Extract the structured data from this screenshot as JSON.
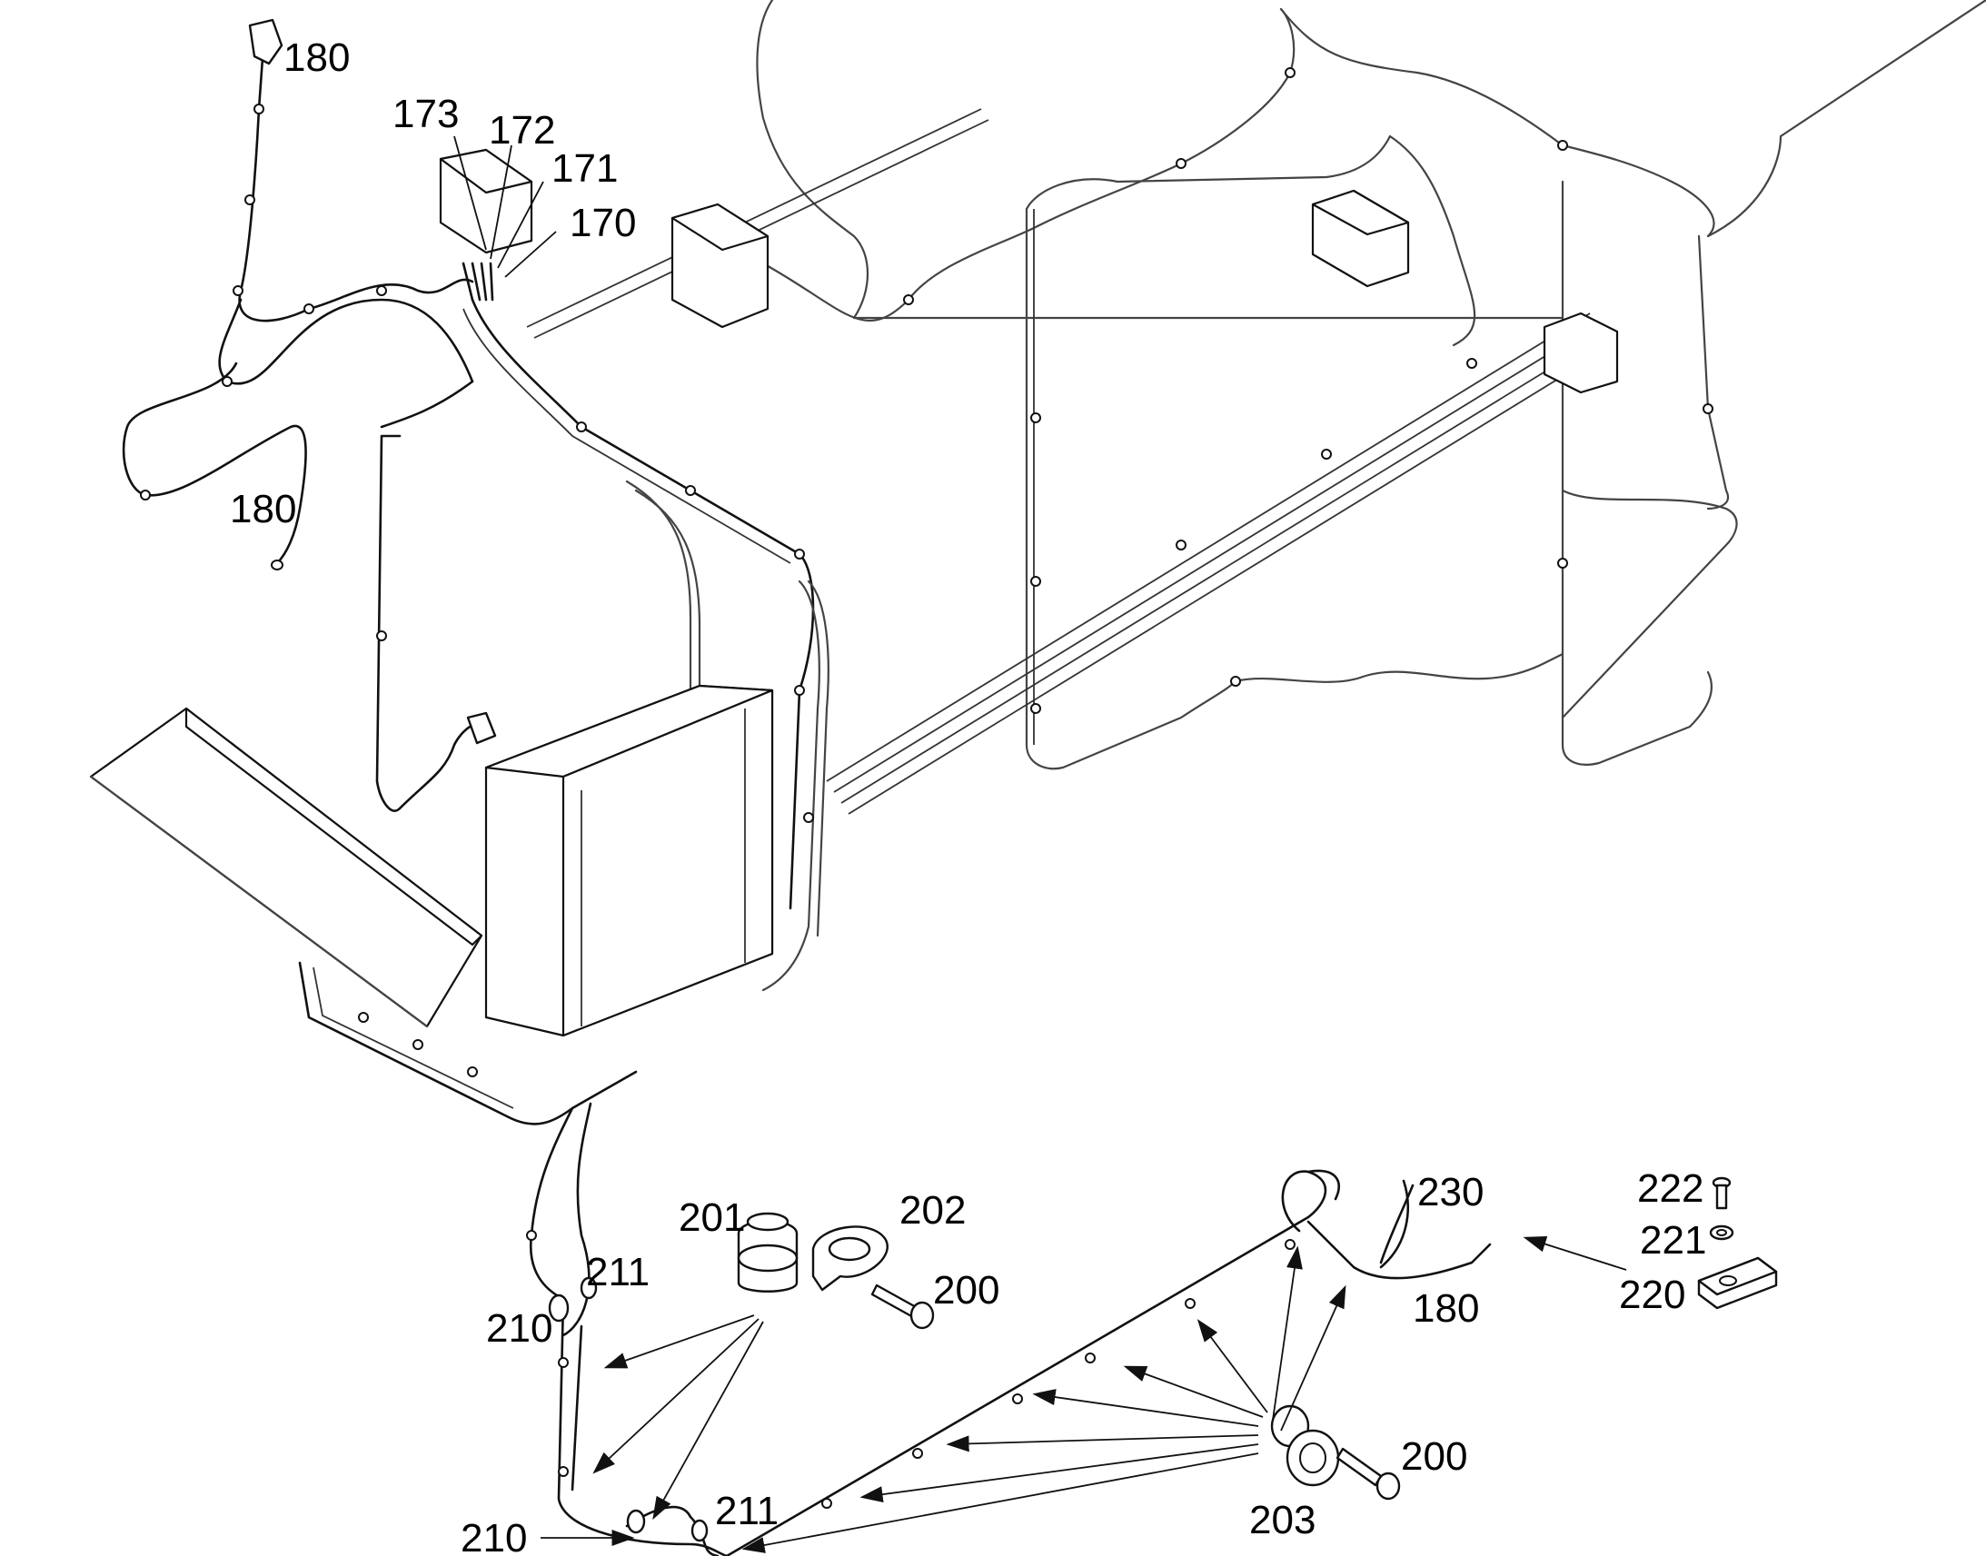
{
  "callouts": {
    "c180_top": "180",
    "c173": "173",
    "c172": "172",
    "c171": "171",
    "c170": "170",
    "c180_left": "180",
    "c201": "201",
    "c202": "202",
    "c200_mid": "200",
    "c211_top": "211",
    "c210_top": "210",
    "c210_bottom": "210",
    "c211_bottom": "211",
    "c230": "230",
    "c180_right": "180",
    "c222": "222",
    "c221": "221",
    "c220": "220",
    "c200_right": "200",
    "c203": "203"
  }
}
